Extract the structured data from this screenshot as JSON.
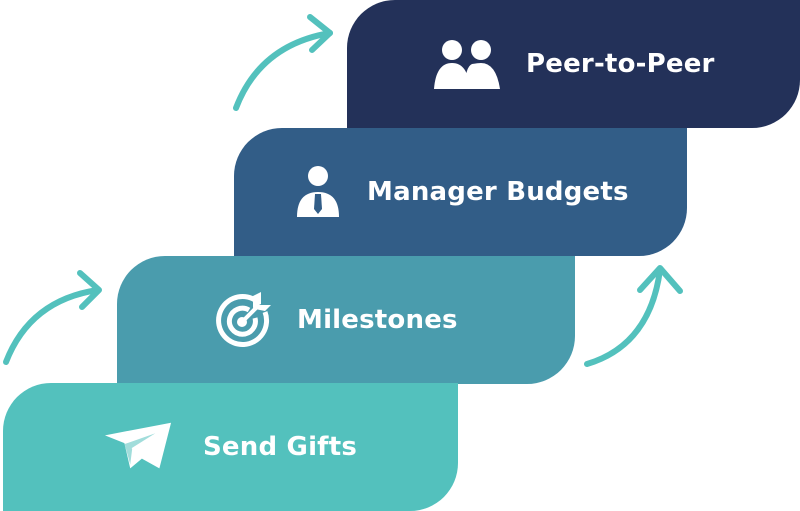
{
  "steps": [
    {
      "id": "send-gifts",
      "label": "Send Gifts",
      "icon": "paper-plane-icon",
      "color": "#53c1bd"
    },
    {
      "id": "milestones",
      "label": "Milestones",
      "icon": "target-icon",
      "color": "#4a9cad"
    },
    {
      "id": "manager-budgets",
      "label": "Manager Budgets",
      "icon": "manager-icon",
      "color": "#325d87"
    },
    {
      "id": "peer-to-peer",
      "label": "Peer-to-Peer",
      "icon": "users-icon",
      "color": "#233159"
    }
  ],
  "arrow_color": "#53c1bd"
}
